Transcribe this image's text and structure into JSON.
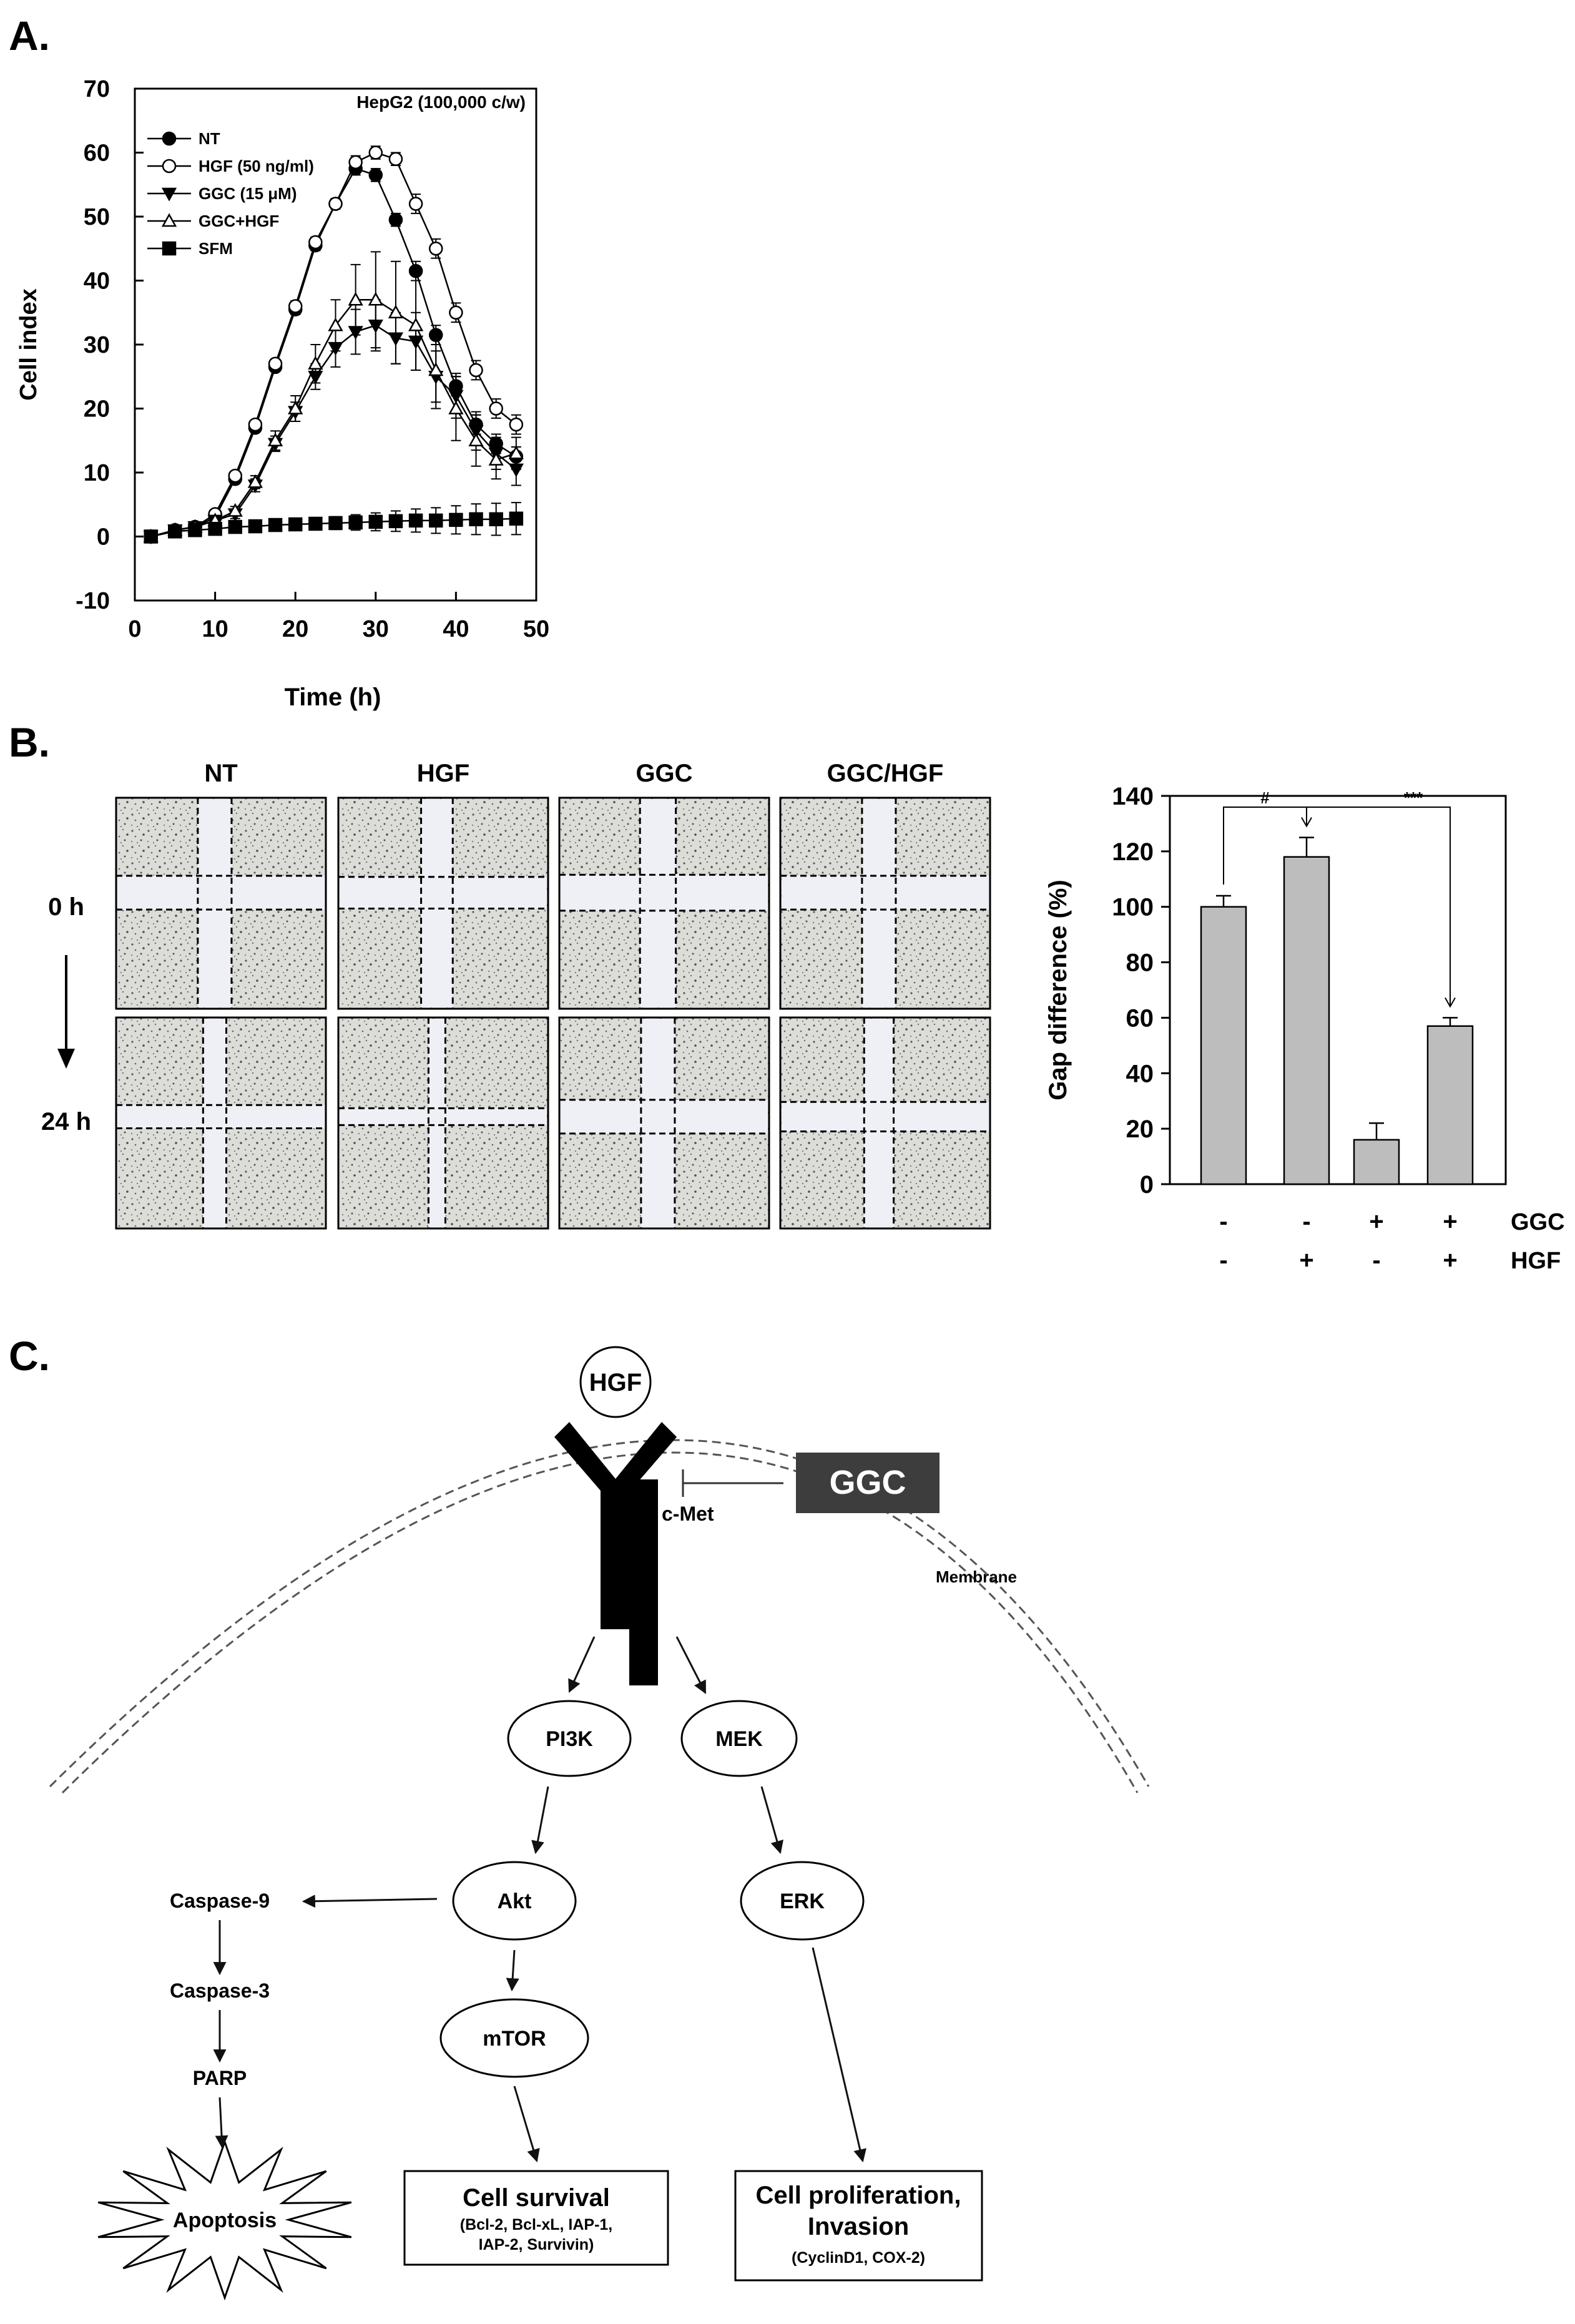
{
  "panels": {
    "a": "A.",
    "b": "B.",
    "c": "C."
  },
  "colors": {
    "bar_fill": "#bdbdbd",
    "ggc_box": "#3d3d3d",
    "micro_bg": "#dcdcd8",
    "micro_gap": "#eef0f6"
  },
  "chart_data": [
    {
      "type": "line",
      "title": "HepG2 (100,000 c/w)",
      "xlabel": "Time (h)",
      "ylabel": "Cell index",
      "xlim": [
        0,
        50
      ],
      "ylim": [
        -10,
        70
      ],
      "xticks": [
        0,
        10,
        20,
        30,
        40,
        50
      ],
      "yticks": [
        -10,
        0,
        10,
        20,
        30,
        40,
        50,
        60,
        70
      ],
      "legend_position": "top-left",
      "x": [
        2,
        5,
        7.5,
        10,
        12.5,
        15,
        17.5,
        20,
        22.5,
        25,
        27.5,
        30,
        32.5,
        35,
        37.5,
        40,
        42.5,
        45,
        47.5
      ],
      "series": [
        {
          "name": "NT",
          "marker": "filled-circle",
          "values": [
            0,
            1,
            1.5,
            3,
            9,
            17,
            26.5,
            35.5,
            45.5,
            52,
            57.5,
            56.5,
            49.5,
            41.5,
            31.5,
            23.5,
            17.5,
            14.5,
            12.5
          ],
          "errors": [
            0,
            0.3,
            0.3,
            0.5,
            0.5,
            0.7,
            0.7,
            0.8,
            0.8,
            0.8,
            1,
            1,
            1,
            1.5,
            1.5,
            1.5,
            1.5,
            1.5,
            1.5
          ]
        },
        {
          "name": "HGF (50 ng/ml)",
          "marker": "open-circle",
          "values": [
            0,
            1,
            1.5,
            3.5,
            9.5,
            17.5,
            27,
            36,
            46,
            52,
            58.5,
            60,
            59,
            52,
            45,
            35,
            26,
            20,
            17.5
          ],
          "errors": [
            0,
            0.3,
            0.3,
            0.5,
            0.5,
            0.7,
            0.7,
            0.8,
            0.8,
            0.8,
            1,
            1,
            1,
            1.5,
            1.5,
            1.5,
            1.5,
            1.5,
            1.5
          ]
        },
        {
          "name": "GGC (15 μM)",
          "marker": "filled-triangle-down",
          "values": [
            0,
            1,
            1.5,
            2.5,
            3.5,
            8,
            14.5,
            19.5,
            25,
            29.5,
            32,
            33,
            31,
            30.5,
            25,
            22,
            16.5,
            13,
            10.5
          ],
          "errors": [
            0,
            0.3,
            0.3,
            0.5,
            0.7,
            1,
            1.2,
            1.5,
            2,
            3,
            3.5,
            4,
            4,
            4.5,
            4,
            3.5,
            3,
            2.5,
            2.5
          ]
        },
        {
          "name": "GGC+HGF",
          "marker": "open-triangle-up",
          "values": [
            0,
            1,
            1.5,
            2.5,
            4,
            8.5,
            15,
            20,
            27,
            33,
            37,
            37,
            35,
            33,
            26,
            20,
            15,
            12,
            13
          ],
          "errors": [
            0,
            0.3,
            0.3,
            0.5,
            0.7,
            1,
            1.5,
            2,
            3,
            4,
            5.5,
            7.5,
            8,
            7,
            6,
            5,
            4,
            3,
            2.5
          ]
        },
        {
          "name": "SFM",
          "marker": "filled-square",
          "values": [
            0,
            0.8,
            1,
            1.2,
            1.5,
            1.6,
            1.8,
            1.9,
            2,
            2.1,
            2.2,
            2.3,
            2.4,
            2.5,
            2.5,
            2.6,
            2.7,
            2.7,
            2.8
          ],
          "errors": [
            0,
            0.3,
            0.3,
            0.4,
            0.5,
            0.5,
            0.6,
            0.7,
            0.8,
            1,
            1.2,
            1.4,
            1.6,
            1.8,
            2,
            2.2,
            2.4,
            2.5,
            2.5
          ]
        }
      ]
    },
    {
      "type": "bar",
      "xlabel": "",
      "ylabel": "Gap difference (%)",
      "ylim": [
        0,
        140
      ],
      "yticks": [
        0,
        20,
        40,
        60,
        80,
        100,
        120,
        140
      ],
      "categories": [
        "NT",
        "HGF",
        "GGC",
        "GGC/HGF"
      ],
      "values": [
        100,
        118,
        16,
        57
      ],
      "errors": [
        4,
        7,
        6,
        3
      ],
      "condition_rows": [
        {
          "label": "GGC",
          "signs": [
            "-",
            "-",
            "+",
            "+"
          ]
        },
        {
          "label": "HGF",
          "signs": [
            "-",
            "+",
            "-",
            "+"
          ]
        }
      ],
      "significance": [
        {
          "from": 0,
          "to": 1,
          "label": "#"
        },
        {
          "from": 0,
          "to": 3,
          "label": "***"
        }
      ]
    }
  ],
  "micrographs": {
    "columns": [
      "NT",
      "HGF",
      "GGC",
      "GGC/HGF"
    ],
    "rows": [
      "0 h",
      "24 h"
    ],
    "gap_width_rel": [
      [
        0.16,
        0.15,
        0.17,
        0.16
      ],
      [
        0.11,
        0.08,
        0.16,
        0.14
      ]
    ]
  },
  "pathway": {
    "ligand": "HGF",
    "inhibitor": "GGC",
    "receptor": "c-Met",
    "membrane": "Membrane",
    "nodes": {
      "pi3k": "PI3K",
      "mek": "MEK",
      "akt": "Akt",
      "erk": "ERK",
      "mtor": "mTOR",
      "casp9": "Caspase-9",
      "casp3": "Caspase-3",
      "parp": "PARP",
      "apoptosis": "Apoptosis"
    },
    "outcomes": {
      "survival_title": "Cell survival",
      "survival_detail_1": "(Bcl-2, Bcl-xL, IAP-1,",
      "survival_detail_2": "IAP-2, Survivin)",
      "prolif_title_1": "Cell proliferation,",
      "prolif_title_2": "Invasion",
      "prolif_detail": "(CyclinD1, COX-2)"
    }
  }
}
